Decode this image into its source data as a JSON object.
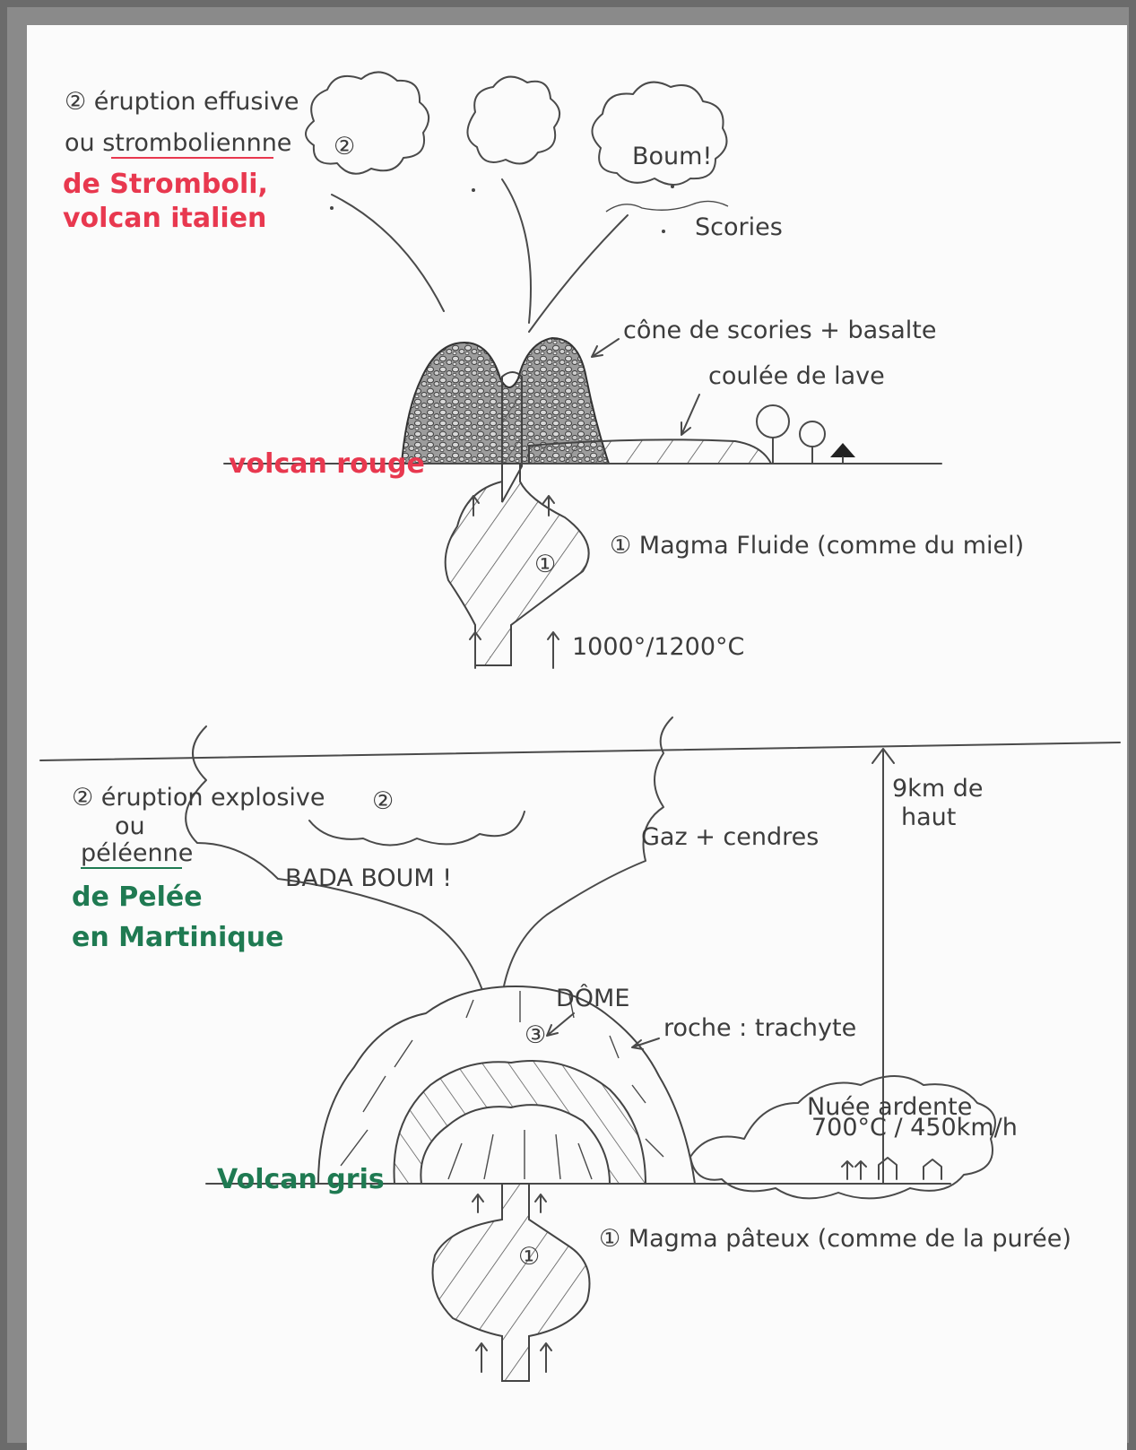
{
  "top": {
    "label_eruption": "② éruption effusive",
    "label_ou": "ou stromboliennne",
    "label_stromboli_1": "de Stromboli,",
    "label_stromboli_2": "volcan italien",
    "cloud_num": "②",
    "boum": "Boum!",
    "scories": "Scories",
    "cone": "cône de scories + basalte",
    "coulee": "coulée de lave",
    "volcan": "volcan rouge",
    "magma_num": "①",
    "magma": "① Magma Fluide (comme du miel)",
    "temp": "1000°/1200°C"
  },
  "bottom": {
    "label_eruption": "② éruption explosive",
    "label_ou": "ou",
    "label_type": "péléenne",
    "label_pelee_1": "de Pelée",
    "label_pelee_2": "en Martinique",
    "cloud_num": "②",
    "badaboum": "BADA BOUM !",
    "gaz": "Gaz + cendres",
    "height_1": "9km de",
    "height_2": "haut",
    "dome": "DÔME",
    "dome_num": "③",
    "roche": "roche : trachyte",
    "nuee_1": "Nuée ardente",
    "nuee_2": "700°C / 450km/h",
    "volcan": "Volcan gris",
    "magma_num": "①",
    "magma": "① Magma pâteux (comme de la purée)"
  },
  "colors": {
    "red": "#e8384f",
    "green": "#1f7a52",
    "ink": "#4a4a4a"
  }
}
